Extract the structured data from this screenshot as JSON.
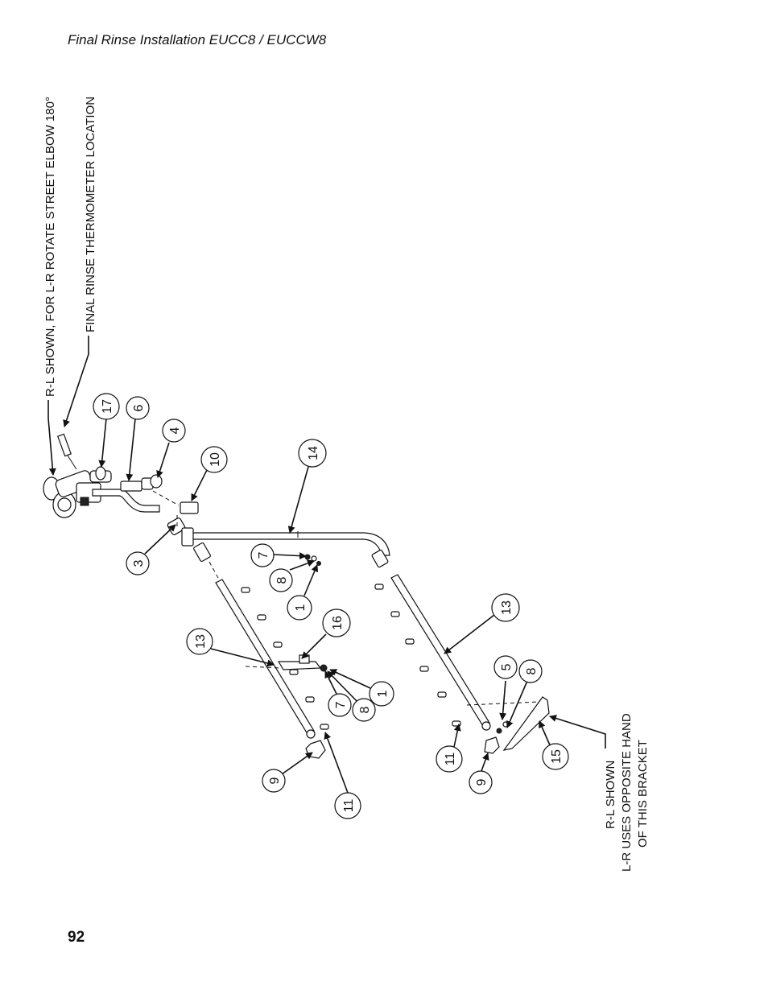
{
  "header": {
    "title": "Final Rinse Installation  EUCC8 / EUCCW8"
  },
  "page_number": "92",
  "callouts": {
    "rl_shown_rotate": "R-L SHOWN, FOR L-R ROTATE STREET ELBOW 180°",
    "thermometer_location": "FINAL RINSE THERMOMETER LOCATION",
    "bracket_note_1": "R-L SHOWN",
    "bracket_note_2": "L-R USES OPPOSITE HAND",
    "bracket_note_3": "OF THIS BRACKET"
  },
  "balloons": {
    "b17": "17",
    "b6": "6",
    "b4": "4",
    "b10": "10",
    "b14": "14",
    "b3": "3",
    "b7a": "7",
    "b8a": "8",
    "b1a": "1",
    "b16": "16",
    "b13a": "13",
    "b1b": "1",
    "b7b": "7",
    "b8b": "8",
    "b13b": "13",
    "b5": "5",
    "b8c": "8",
    "b11a": "11",
    "b15": "15",
    "b9a": "9",
    "b9b": "9",
    "b11b": "11"
  }
}
